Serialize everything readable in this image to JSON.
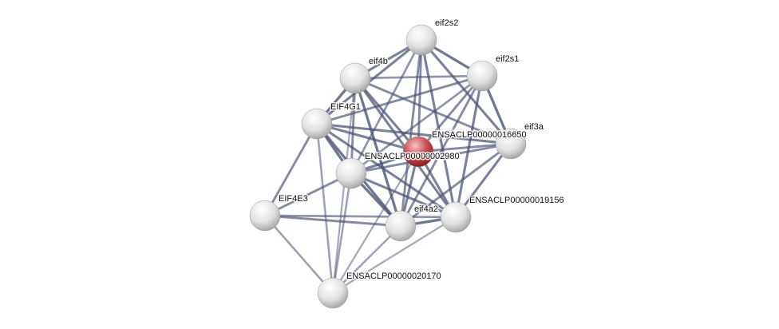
{
  "nodes": [
    {
      "id": "eif2s2",
      "label": "eif2s2",
      "color": "#e8e8e8"
    },
    {
      "id": "eif2s1",
      "label": "eif2s1",
      "color": "#e8e8e8"
    },
    {
      "id": "eif4b",
      "label": "eif4b",
      "color": "#e8e8e8"
    },
    {
      "id": "EIF4G1",
      "label": "EIF4G1",
      "color": "#e8e8e8"
    },
    {
      "id": "query",
      "label": "ENSACLP00000016650",
      "color": "#d9595e"
    },
    {
      "id": "eif3a",
      "label": "eif3a",
      "color": "#e8e8e8"
    },
    {
      "id": "p2980",
      "label": "ENSACLP00000002980",
      "color": "#e8e8e8"
    },
    {
      "id": "EIF4E3",
      "label": "EIF4E3",
      "color": "#e8e8e8"
    },
    {
      "id": "eif4a2",
      "label": "eif4a2",
      "color": "#e8e8e8"
    },
    {
      "id": "p19156",
      "label": "ENSACLP00000019156",
      "color": "#e8e8e8"
    },
    {
      "id": "p20170",
      "label": "ENSACLP00000020170",
      "color": "#e8e8e8"
    }
  ],
  "edges": [
    [
      "eif2s2",
      "eif2s1",
      0.9
    ],
    [
      "eif2s2",
      "eif4b",
      0.8
    ],
    [
      "eif2s2",
      "EIF4G1",
      0.8
    ],
    [
      "eif2s2",
      "query",
      0.7
    ],
    [
      "eif2s2",
      "eif3a",
      0.8
    ],
    [
      "eif2s2",
      "p2980",
      0.6
    ],
    [
      "eif2s2",
      "eif4a2",
      0.7
    ],
    [
      "eif2s2",
      "p19156",
      0.8
    ],
    [
      "eif2s1",
      "eif4b",
      0.6
    ],
    [
      "eif2s1",
      "EIF4G1",
      0.7
    ],
    [
      "eif2s1",
      "query",
      0.7
    ],
    [
      "eif2s1",
      "eif3a",
      0.9
    ],
    [
      "eif2s1",
      "p2980",
      0.6
    ],
    [
      "eif2s1",
      "eif4a2",
      0.7
    ],
    [
      "eif2s1",
      "p19156",
      0.8
    ],
    [
      "eif4b",
      "EIF4G1",
      0.9
    ],
    [
      "eif4b",
      "query",
      0.8
    ],
    [
      "eif4b",
      "eif3a",
      0.7
    ],
    [
      "eif4b",
      "p2980",
      0.7
    ],
    [
      "eif4b",
      "eif4a2",
      0.9
    ],
    [
      "eif4b",
      "p19156",
      0.8
    ],
    [
      "eif4b",
      "p20170",
      0.4
    ],
    [
      "EIF4G1",
      "query",
      0.8
    ],
    [
      "EIF4G1",
      "eif3a",
      0.8
    ],
    [
      "EIF4G1",
      "p2980",
      0.9
    ],
    [
      "EIF4G1",
      "EIF4E3",
      0.7
    ],
    [
      "EIF4G1",
      "eif4a2",
      0.9
    ],
    [
      "EIF4G1",
      "p19156",
      0.8
    ],
    [
      "EIF4G1",
      "p20170",
      0.5
    ],
    [
      "query",
      "eif3a",
      0.7
    ],
    [
      "query",
      "p2980",
      0.8
    ],
    [
      "query",
      "eif4a2",
      0.8
    ],
    [
      "query",
      "p19156",
      0.8
    ],
    [
      "query",
      "p20170",
      0.4
    ],
    [
      "eif3a",
      "p2980",
      0.7
    ],
    [
      "eif3a",
      "eif4a2",
      0.7
    ],
    [
      "eif3a",
      "p19156",
      0.8
    ],
    [
      "p2980",
      "EIF4E3",
      0.7
    ],
    [
      "p2980",
      "eif4a2",
      0.9
    ],
    [
      "p2980",
      "p19156",
      0.8
    ],
    [
      "p2980",
      "p20170",
      0.5
    ],
    [
      "EIF4E3",
      "eif4a2",
      0.7
    ],
    [
      "EIF4E3",
      "p19156",
      0.6
    ],
    [
      "EIF4E3",
      "p20170",
      0.5
    ],
    [
      "eif4a2",
      "p19156",
      0.9
    ],
    [
      "eif4a2",
      "p20170",
      0.5
    ],
    [
      "p19156",
      "p20170",
      0.4
    ]
  ],
  "edge_color": "#4a5275"
}
